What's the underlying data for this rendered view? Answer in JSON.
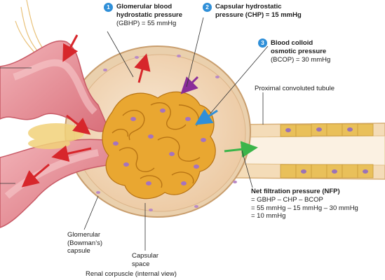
{
  "labels": {
    "gbhp": {
      "number": "1",
      "title": "Glomerular blood\nhydrostatic pressure",
      "value": "(GBHP) = 55 mmHg"
    },
    "chp": {
      "number": "2",
      "title": "Capsular hydrostatic\npressure (CHP) = 15 mmHg"
    },
    "bcop": {
      "number": "3",
      "title": "Blood colloid\nosmotic pressure",
      "value": "(BCOP) = 30 mmHg"
    },
    "pct": "Proximal convoluted tubule",
    "nfp": {
      "title": "Net filtration pressure (NFP)",
      "lines": "= GBHP – CHP – BCOP\n= 55 mmHg – 15 mmHg – 30 mmHg\n= 10 mmHg"
    },
    "capsule": "Glomerular\n(Bowman’s)\ncapsule",
    "space": "Capsular\nspace",
    "caption": "Renal corpuscle (internal view)"
  },
  "colors": {
    "gbhp_arrow": "#d7262b",
    "chp_arrow": "#8a2d99",
    "bcop_arrow": "#2f8fd8",
    "nfp_arrow": "#3bb54a",
    "capsule_fill": "#f3dcc0",
    "capillary": "#e7a32a",
    "vessel": "#e8929a"
  }
}
